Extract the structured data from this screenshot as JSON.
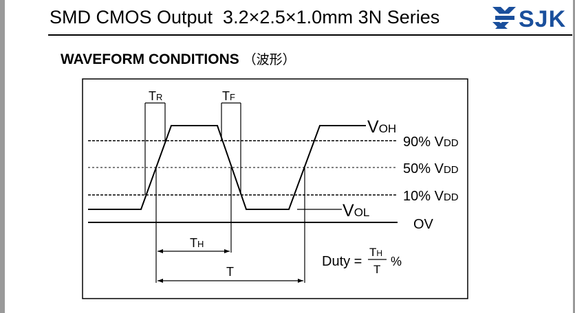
{
  "header": {
    "title": "SMD CMOS Output  3.2×2.5×1.0mm 3N Series",
    "logo_text": "SJK",
    "logo_color": "#1a4f9c"
  },
  "section": {
    "title": "WAVEFORM CONDITIONS",
    "subtitle": "（波形）"
  },
  "diagram": {
    "tr_label": {
      "main": "T",
      "sub": "R"
    },
    "tf_label": {
      "main": "T",
      "sub": "F"
    },
    "voh_label": {
      "main": "V",
      "sub": "OH"
    },
    "vol_label": {
      "main": "V",
      "sub": "OL"
    },
    "level_90": {
      "main": "90% V",
      "sub": "DD"
    },
    "level_50": {
      "main": "50% V",
      "sub": "DD"
    },
    "level_10": {
      "main": "10% V",
      "sub": "DD"
    },
    "zero_label": "OV",
    "th_label": {
      "main": "T",
      "sub": "H"
    },
    "t_label": "T",
    "duty": {
      "prefix": "Duty =",
      "numerator": {
        "main": "T",
        "sub": "H"
      },
      "denominator": "T",
      "suffix": "%"
    }
  }
}
